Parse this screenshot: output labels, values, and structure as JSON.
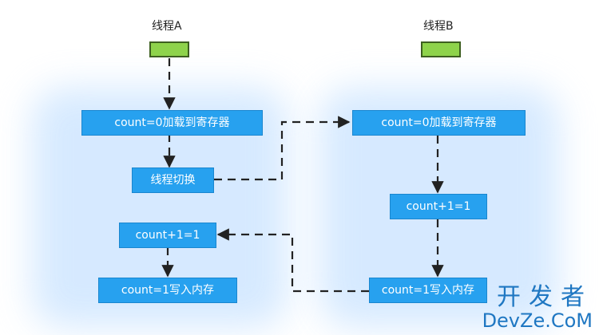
{
  "threads": {
    "a_label": "线程A",
    "b_label": "线程B"
  },
  "boxes": {
    "a_load": "count=0加载到寄存器",
    "a_switch": "线程切换",
    "a_inc": "count+1=1",
    "a_write": "count=1写入内存",
    "b_load": "count=0加载到寄存器",
    "b_inc": "count+1=1",
    "b_write": "count=1写入内存"
  },
  "watermark": {
    "line1": "开发者",
    "line2": "DevZe.CoM"
  },
  "colors": {
    "box": "#27a1ef",
    "bar": "#8ed34b",
    "arrow": "#222222",
    "watermark": "#1f77c2"
  }
}
